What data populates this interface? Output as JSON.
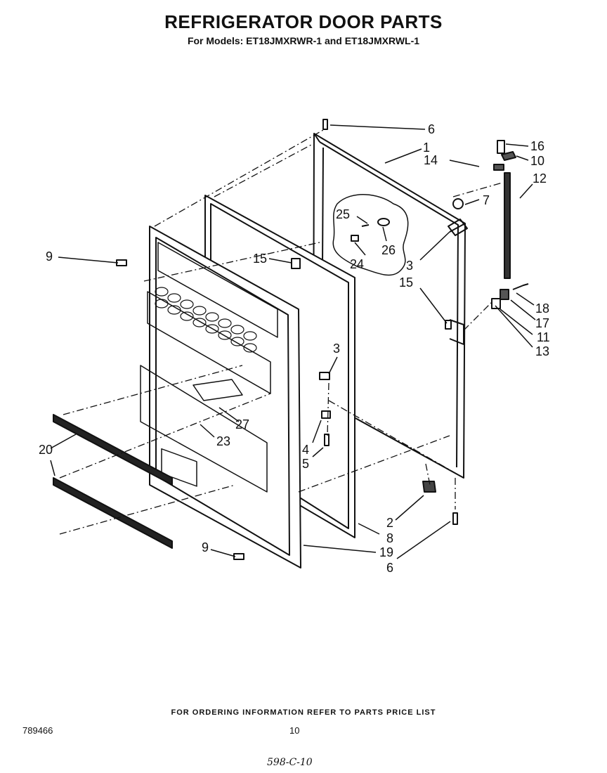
{
  "title": "REFRIGERATOR DOOR PARTS",
  "subtitle": "For Models: ET18JMXRWR-1 and ET18JMXRWL-1",
  "footer_note": "FOR ORDERING INFORMATION REFER TO PARTS PRICE LIST",
  "doc_number": "789466",
  "page_number": "10",
  "handwritten_note": "598-C-10",
  "callouts": {
    "c6_top": "6",
    "c1": "1",
    "c16": "16",
    "c10": "10",
    "c14": "14",
    "c12": "12",
    "c7": "7",
    "c25": "25",
    "c26": "26",
    "c24": "24",
    "c3_right": "3",
    "c15_left": "15",
    "c15_right": "15",
    "c9_top": "9",
    "c18": "18",
    "c17": "17",
    "c11": "11",
    "c13": "13",
    "c3_mid": "3",
    "c27": "27",
    "c23": "23",
    "c20": "20",
    "c4": "4",
    "c5": "5",
    "c2": "2",
    "c8": "8",
    "c9_bottom": "9",
    "c19": "19",
    "c6_bottom": "6"
  }
}
